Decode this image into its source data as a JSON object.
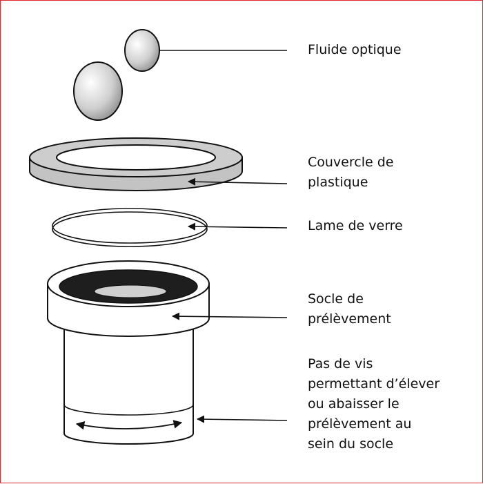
{
  "labels": {
    "fluide": [
      "Fluide optique"
    ],
    "couvercle": [
      "Couvercle de",
      "plastique"
    ],
    "lame": [
      "Lame de verre"
    ],
    "socle": [
      "Socle de",
      "prélèvement"
    ],
    "pas_de_vis": [
      "Pas de vis",
      "permettant d’élever",
      "ou abaisser le",
      "prélèvement au",
      "sein du socle"
    ]
  },
  "colors": {
    "frame": "#e2232a",
    "gray": "#c8c8c8",
    "dark": "#222222",
    "ink": "#111111"
  }
}
